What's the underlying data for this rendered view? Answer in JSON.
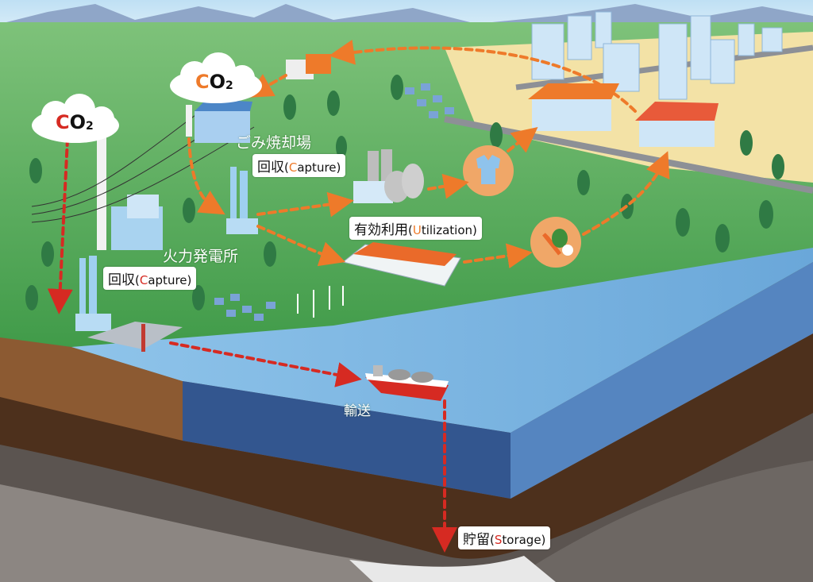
{
  "colors": {
    "capture_red": "#d62a22",
    "utilization_orange": "#ee7a2a",
    "ground_green": "#4ea653",
    "sea_blue": "#9cc6e6"
  },
  "clouds": [
    {
      "first": "C",
      "rest": "O",
      "sub": "2",
      "accent": "#d62a22"
    },
    {
      "first": "C",
      "rest": "O",
      "sub": "2",
      "accent": "#ee7a2a"
    }
  ],
  "places": {
    "incinerator": "ごみ焼却場",
    "power_plant": "火力発電所",
    "transport": "輸送"
  },
  "labels": {
    "capture_incinerator": {
      "jp": "回収",
      "open": "(",
      "letter": "C",
      "rest": "apture)"
    },
    "capture_power": {
      "jp": "回収",
      "open": "(",
      "letter": "C",
      "rest": "apture)"
    },
    "utilization": {
      "jp": "有効利用",
      "open": "(",
      "letter": "U",
      "rest": "tilization)"
    },
    "storage": {
      "jp": "貯留",
      "open": "(",
      "letter": "S",
      "rest": "torage)"
    }
  }
}
